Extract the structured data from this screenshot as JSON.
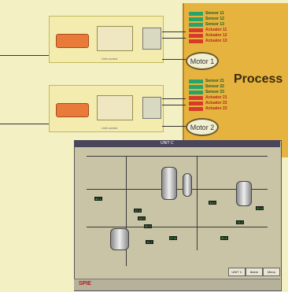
{
  "process": {
    "title": "Process",
    "signals_top": [
      {
        "name": "Sensor 11",
        "kind": "sensor"
      },
      {
        "name": "Sensor 12",
        "kind": "sensor"
      },
      {
        "name": "Sensor 13",
        "kind": "sensor"
      },
      {
        "name": "Actuator 11",
        "kind": "actuator"
      },
      {
        "name": "Actuator 12",
        "kind": "actuator"
      },
      {
        "name": "Actuator 13",
        "kind": "actuator"
      }
    ],
    "signals_bottom": [
      {
        "name": "Sensor 21",
        "kind": "sensor"
      },
      {
        "name": "Sensor 22",
        "kind": "sensor"
      },
      {
        "name": "Sensor 23",
        "kind": "sensor"
      },
      {
        "name": "Actuator 21",
        "kind": "actuator"
      },
      {
        "name": "Actuator 22",
        "kind": "actuator"
      },
      {
        "name": "Actuator 23",
        "kind": "actuator"
      }
    ],
    "motor1": "Motor 1",
    "motor2": "Motor 2"
  },
  "units": [
    {
      "label": "Unit control"
    },
    {
      "label": "Unit control"
    }
  ],
  "scada": {
    "title": "UNIT C",
    "tags": [
      "22.5",
      "18.0",
      "25.3",
      "40.1",
      "12.7",
      "33.0",
      "15.2",
      "20.4",
      "27.8",
      "30.6"
    ],
    "buttons": [
      "UNIT C",
      "Alarm",
      "Menu"
    ],
    "footer_brand": "SPIE"
  },
  "colors": {
    "sensor": "#2aa36a",
    "actuator": "#d83a2a",
    "process_bg": "#e6b43e"
  }
}
